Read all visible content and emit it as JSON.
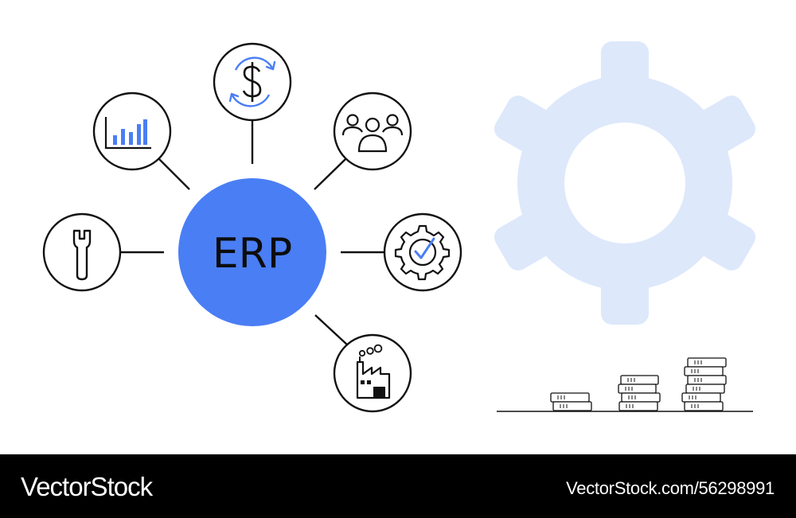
{
  "diagram": {
    "hub_label": "ERP",
    "colors": {
      "accent": "#4a7ef5",
      "hub_fill": "#4a7ef5",
      "outline": "#111111",
      "gear_light": "#dde8fb",
      "background": "#ffffff"
    },
    "nodes": [
      {
        "icon": "wrench-icon"
      },
      {
        "icon": "bar-chart-icon"
      },
      {
        "icon": "dollar-cycle-icon"
      },
      {
        "icon": "team-icon"
      },
      {
        "icon": "gear-check-icon"
      },
      {
        "icon": "factory-icon"
      }
    ],
    "decorations": [
      "large-gear-icon",
      "coin-stacks-icon"
    ]
  },
  "footer": {
    "brand": "VectorStock",
    "stock_id": "VectorStock.com/56298991"
  }
}
